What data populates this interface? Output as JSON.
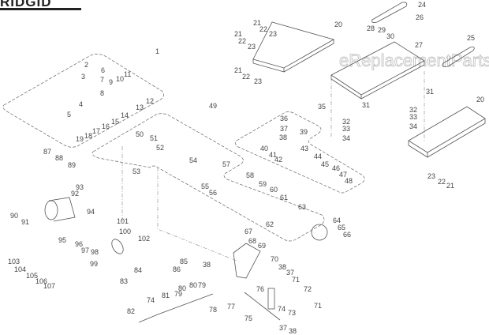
{
  "logo": {
    "text": "RIDGID"
  },
  "watermark": "eReplacementParts.com",
  "callouts": [
    "1",
    "2",
    "3",
    "4",
    "5",
    "6",
    "7",
    "8",
    "9",
    "10",
    "11",
    "12",
    "13",
    "14",
    "15",
    "16",
    "17",
    "18",
    "19",
    "20",
    "20",
    "21",
    "21",
    "21",
    "21",
    "22",
    "22",
    "22",
    "22",
    "23",
    "23",
    "23",
    "23",
    "24",
    "25",
    "26",
    "27",
    "28",
    "29",
    "30",
    "31",
    "31",
    "32",
    "33",
    "34",
    "32",
    "33",
    "34",
    "35",
    "36",
    "37",
    "38",
    "39",
    "40",
    "41",
    "42",
    "43",
    "44",
    "45",
    "46",
    "47",
    "48",
    "49",
    "50",
    "51",
    "52",
    "53",
    "54",
    "55",
    "56",
    "57",
    "58",
    "59",
    "60",
    "61",
    "62",
    "63",
    "64",
    "65",
    "66",
    "67",
    "68",
    "69",
    "70",
    "38",
    "37",
    "71",
    "76",
    "72",
    "71",
    "74",
    "73",
    "75",
    "37",
    "38",
    "77",
    "78",
    "79",
    "79",
    "80",
    "80",
    "81",
    "82",
    "83",
    "84",
    "85",
    "86",
    "38",
    "74",
    "87",
    "88",
    "89",
    "90",
    "91",
    "92",
    "93",
    "94",
    "95",
    "96",
    "97",
    "98",
    "99",
    "100",
    "101",
    "102",
    "103",
    "104",
    "105",
    "106",
    "107"
  ]
}
